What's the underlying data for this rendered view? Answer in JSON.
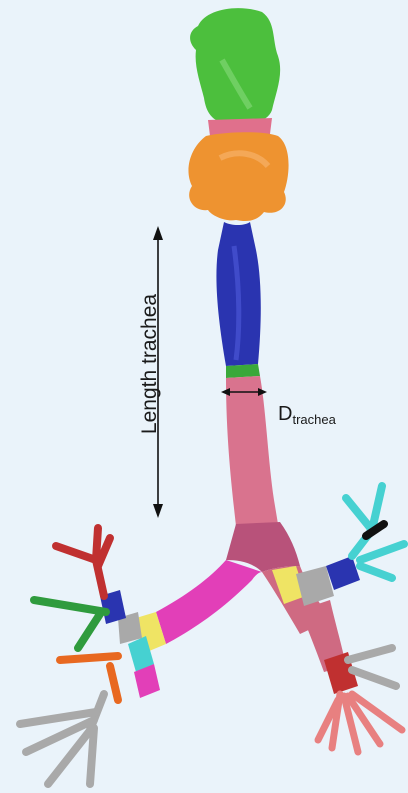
{
  "labels": {
    "length": "Length trachea",
    "diameter_main": "D",
    "diameter_sub": "trachea"
  },
  "colors": {
    "background": "#eaf3fa",
    "nasal": "#4cbf3d",
    "pharynx_band": "#e0708c",
    "larynx": "#ee9330",
    "trachea_upper": "#2a34b0",
    "trachea_lower": "#d9738e",
    "left_main_bronchus": "#e23fb8",
    "right_main_bronchus": "#cf6a82",
    "yellow_segment": "#efe464",
    "grey_segment": "#a9a9a9",
    "cyan_segment": "#46d1d1",
    "red_branch": "#c03030",
    "green_branch": "#2f9b3d",
    "orange_branch": "#e86820",
    "salmon_branch": "#e88080"
  }
}
